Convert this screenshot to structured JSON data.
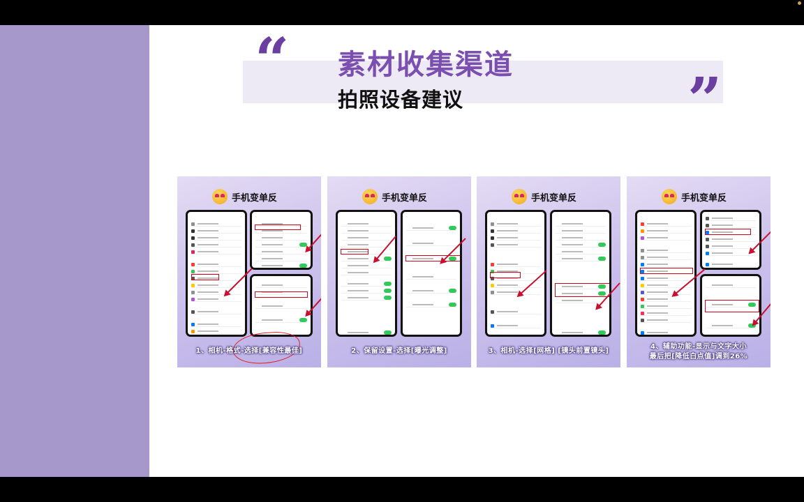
{
  "slide": {
    "quote_open": "“",
    "quote_close": "”",
    "title": "素材收集渠道",
    "subtitle": "拍照设备建议"
  },
  "cards": [
    {
      "title": "手机变单反",
      "caption": [
        "1、相机-格式-选择[兼容性最佳]"
      ]
    },
    {
      "title": "手机变单反",
      "caption": [
        "2、保留设置-选择[曝光调整]"
      ]
    },
    {
      "title": "手机变单反",
      "caption": [
        "3、相机-选择[网格] [镜头前置镜头]"
      ]
    },
    {
      "title": "手机变单反",
      "caption": [
        "4、辅助功能-显示与文字大小",
        "最后把[降低白点值]调到26%"
      ]
    }
  ],
  "colors": {
    "accent": "#7a4fb0",
    "band": "#a698cb",
    "highlight": "#d0021b"
  },
  "icons": [
    "heart-eyes-emoji-icon",
    "red-arrow-icon"
  ]
}
